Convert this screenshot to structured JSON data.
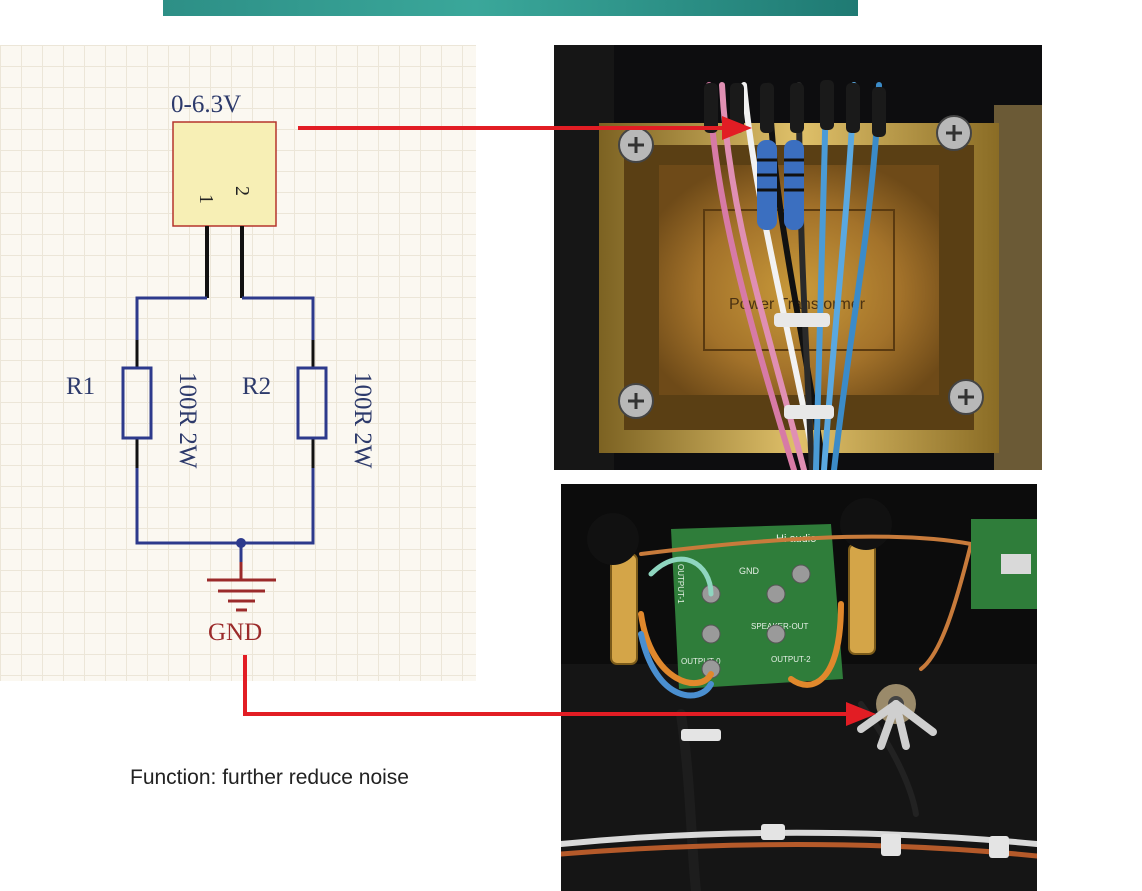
{
  "schematic": {
    "connector_label": "0-6.3V",
    "pin1": "1",
    "pin2": "2",
    "r1_name": "R1",
    "r2_name": "R2",
    "r1_value": "100R 2W",
    "r2_value": "100R 2W",
    "gnd_label": "GND"
  },
  "photos": {
    "transformer_text": "Power Transformer",
    "board_title": "Hi audio",
    "board_gnd": "GND",
    "board_output_1": "OUTPUT-1",
    "board_output_2": "OUTPUT-2",
    "board_speaker_out": "SPEAKER-OUT",
    "board_output_left": "OUTPUT-0"
  },
  "caption": "Function: further reduce noise",
  "colors": {
    "arrow": "#e21d24",
    "schematic_wire": "#2d3a8c",
    "lead_wire": "#111111",
    "connector_fill": "#f7efb5",
    "connector_stroke": "#b5342c",
    "label_text": "#2d3a6b",
    "gnd_text": "#9b2a2a"
  }
}
